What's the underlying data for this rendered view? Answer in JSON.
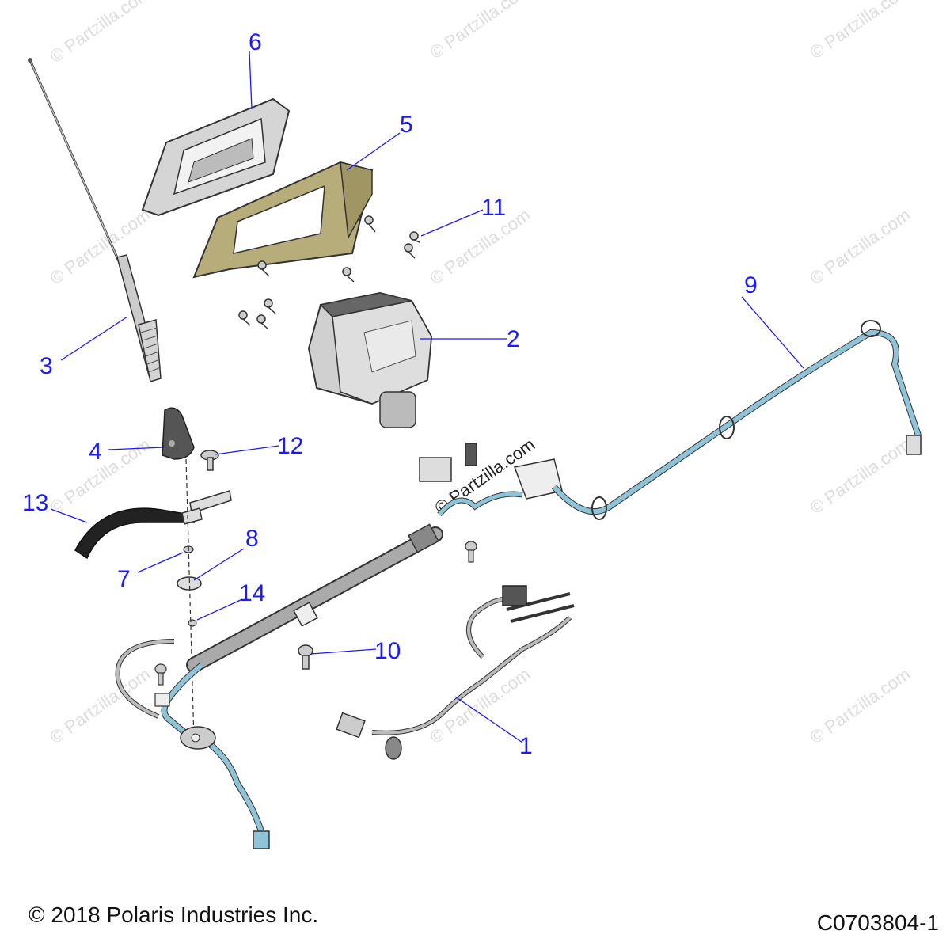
{
  "footer": {
    "copyright": "© 2018 Polaris Industries Inc.",
    "diagram_code": "C0703804-1"
  },
  "watermark": "© Partzilla.com",
  "callouts": [
    "1",
    "2",
    "3",
    "4",
    "5",
    "6",
    "7",
    "8",
    "9",
    "10",
    "11",
    "12",
    "13",
    "14"
  ],
  "colors": {
    "callout": "#1a1aff",
    "harness_blue": "#8fc3d8",
    "harness_gray": "#b8b8b8",
    "bracket": "#b7ad7a"
  }
}
